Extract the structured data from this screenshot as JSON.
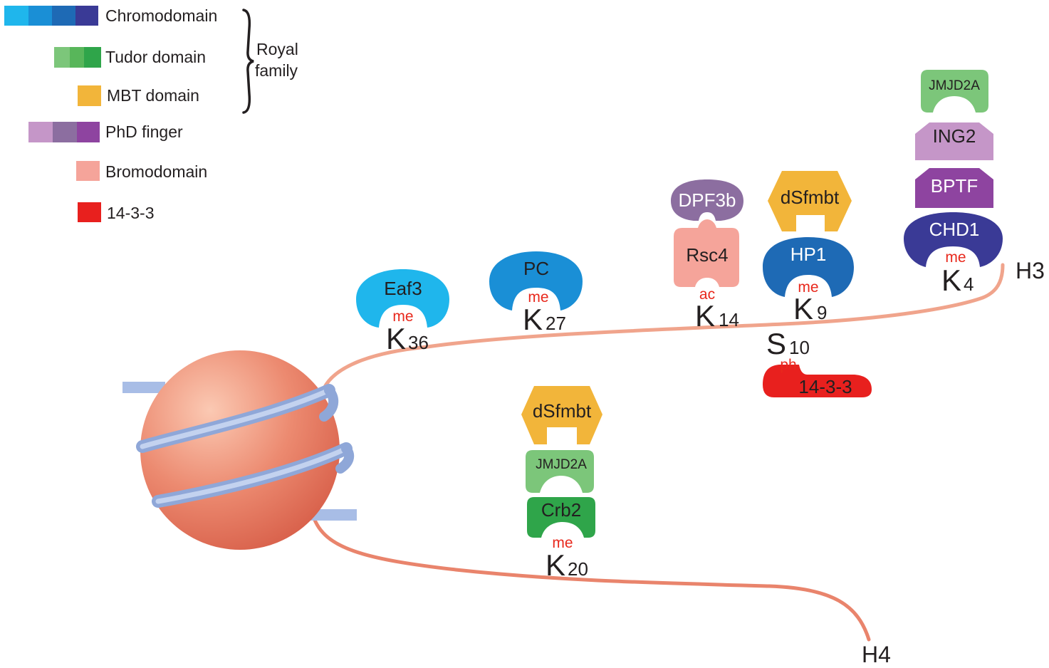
{
  "legend": [
    {
      "label": "Chromodomain",
      "colors": [
        "#1fb6ec",
        "#1a8fd6",
        "#1e6ab5",
        "#3a3a96"
      ]
    },
    {
      "label": "Tudor domain",
      "colors": [
        "#7cc67a",
        "#58b65a",
        "#2fa54a"
      ]
    },
    {
      "label": "MBT domain",
      "colors": [
        "#f2b53a"
      ]
    },
    {
      "label": "PhD finger",
      "colors": [
        "#c596c8",
        "#8c6ea0",
        "#8e44a0"
      ]
    },
    {
      "label": "Bromodomain",
      "colors": [
        "#f5a49a"
      ]
    },
    {
      "label": "14-3-3",
      "colors": [
        "#e8201e"
      ]
    }
  ],
  "royal_family": {
    "line1": "Royal",
    "line2": "family"
  },
  "tails": {
    "h3": "H3",
    "h4": "H4"
  },
  "colors": {
    "tail": "#f0a48c",
    "nucleosome": "#e77d66",
    "dna": "#9cb3df",
    "mod_text": "#e8281c"
  },
  "sites": {
    "k36": {
      "letter": "K",
      "num": "36"
    },
    "k27": {
      "letter": "K",
      "num": "27"
    },
    "k14": {
      "letter": "K",
      "num": "14"
    },
    "k9": {
      "letter": "K",
      "num": "9"
    },
    "k4": {
      "letter": "K",
      "num": "4"
    },
    "s10": {
      "letter": "S",
      "num": "10"
    },
    "k20": {
      "letter": "K",
      "num": "20"
    }
  },
  "mods": {
    "k36": "me",
    "k27": "me",
    "k14": "ac",
    "k9": "me",
    "k4": "me",
    "s10": "ph",
    "k20": "me"
  },
  "proteins": {
    "eaf3": "Eaf3",
    "pc": "PC",
    "rsc4": "Rsc4",
    "dpf3b": "DPF3b",
    "hp1": "HP1",
    "dsfmbt_h3": "dSfmbt",
    "chd1": "CHD1",
    "bptf": "BPTF",
    "ing2": "ING2",
    "jmjd2a_h3": "JMJD2A",
    "p1433": "14-3-3",
    "crb2": "Crb2",
    "jmjd2a_h4": "JMJD2A",
    "dsfmbt_h4": "dSfmbt"
  }
}
